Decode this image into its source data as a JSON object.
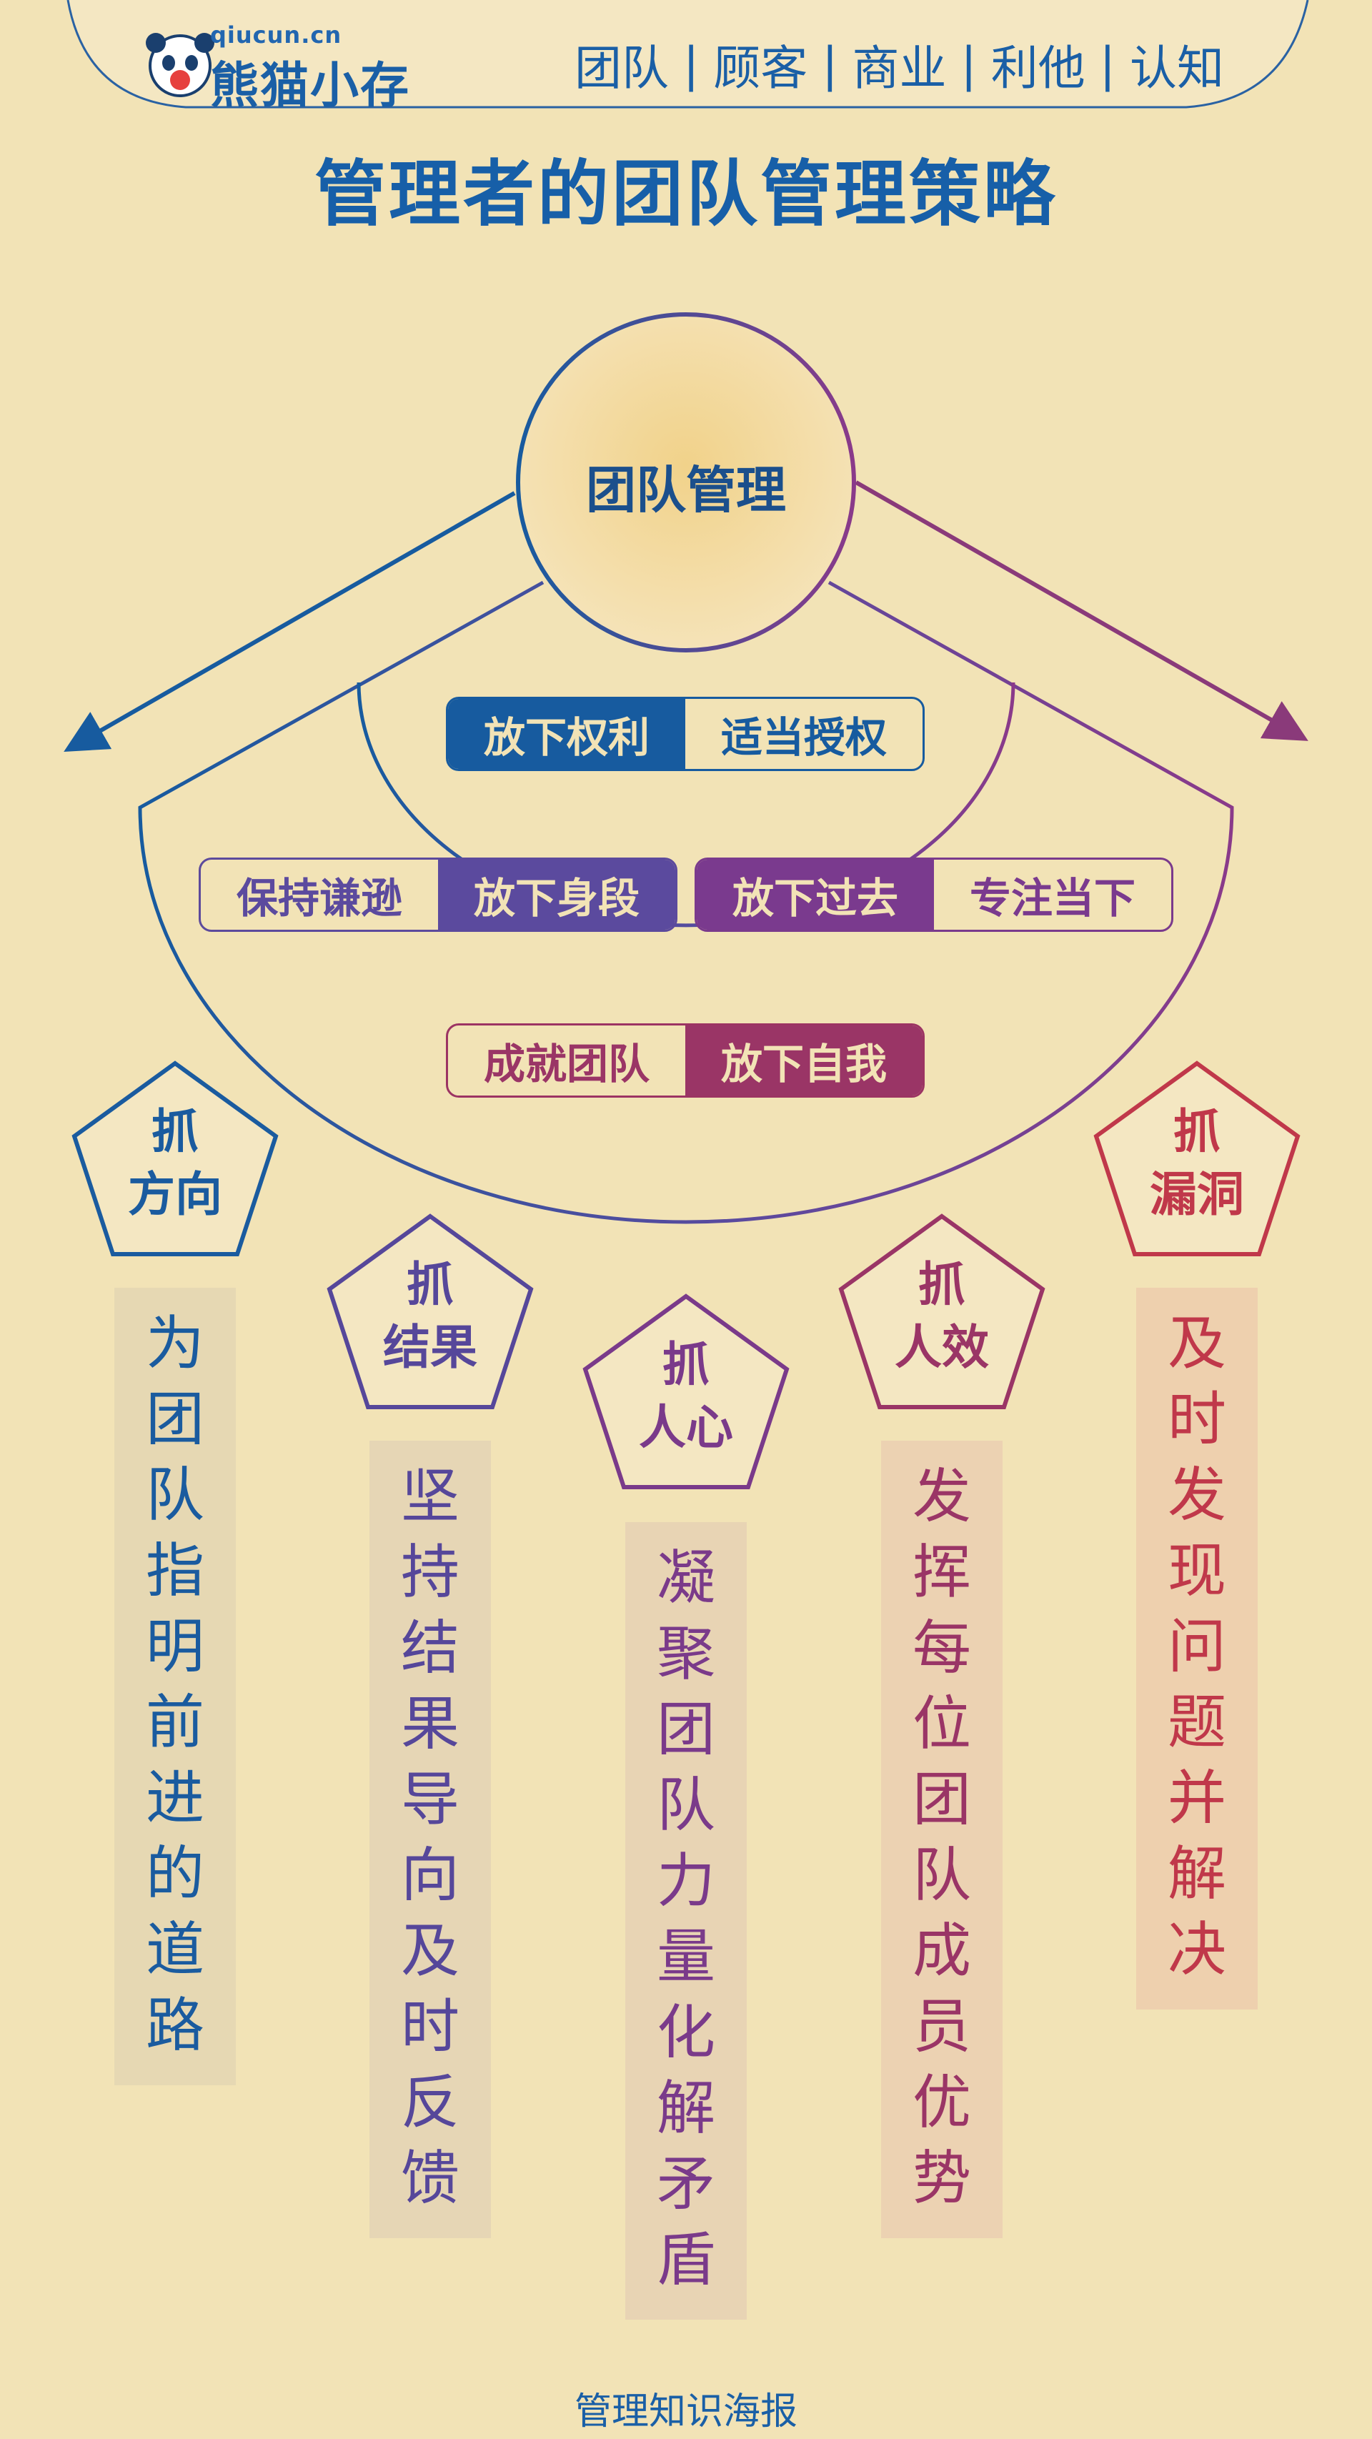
{
  "header": {
    "logo_domain": "qiucun.cn",
    "logo_text": "熊猫小存",
    "nav": [
      "团队",
      "顾客",
      "商业",
      "利他",
      "认知"
    ],
    "nav_separator": "|"
  },
  "title": "管理者的团队管理策略",
  "center": "团队管理",
  "pills": {
    "top": [
      "放下权利",
      "适当授权"
    ],
    "left": [
      "保持谦逊",
      "放下身段"
    ],
    "right": [
      "放下过去",
      "专注当下"
    ],
    "bottom": [
      "成就团队",
      "放下自我"
    ]
  },
  "pillars": [
    {
      "line1": "抓",
      "line2": "方向",
      "text": "为团队指明前进的道路",
      "color": "#1a5b9f",
      "bg": "#e6d8b3"
    },
    {
      "line1": "抓",
      "line2": "结果",
      "text": "坚持结果导向及时反馈",
      "color": "#56479a",
      "bg": "#e6d6b5"
    },
    {
      "line1": "抓",
      "line2": "人心",
      "text": "凝聚团队力量化解矛盾",
      "color": "#7a3a8a",
      "bg": "#e8d4b4"
    },
    {
      "line1": "抓",
      "line2": "人效",
      "text": "发挥每位团队成员优势",
      "color": "#9a3566",
      "bg": "#ecd2b2"
    },
    {
      "line1": "抓",
      "line2": "漏洞",
      "text": "及时发现问题并解决",
      "color": "#c0384a",
      "bg": "#eed0ae"
    }
  ],
  "footer": "管理知识海报"
}
